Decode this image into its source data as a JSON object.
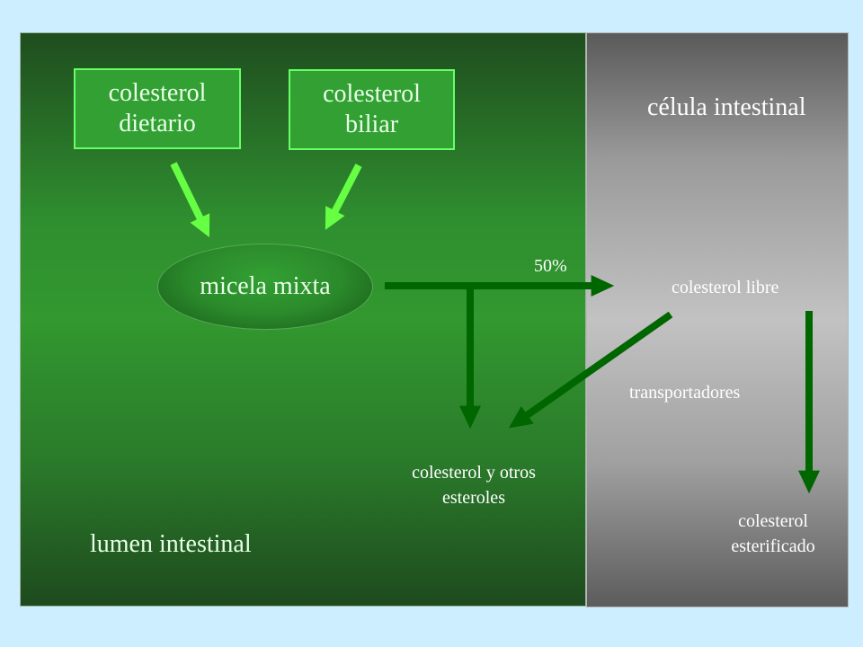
{
  "regions": {
    "lumen": "lumen intestinal",
    "cell": "célula intestinal"
  },
  "nodes": {
    "dietary": "colesterol\ndietario",
    "biliary": "colesterol\nbiliar",
    "micelle": "micela mixta",
    "free": "colesterol libre",
    "sterols": "colesterol y otros\nesteroles",
    "esterified": "colesterol\nesterificado"
  },
  "edge_labels": {
    "absorption": "50%",
    "transporters": "transportadores"
  },
  "colors": {
    "lumen_green": "#2f8f2f",
    "box_border": "#66ff66",
    "input_arrow": "#66ff44",
    "flow_arrow": "#006600",
    "cell_gray": "#c2c2c2"
  }
}
